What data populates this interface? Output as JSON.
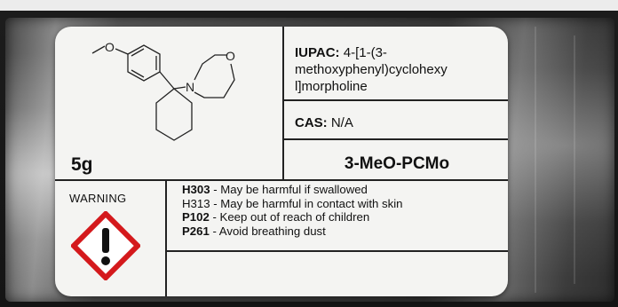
{
  "label": {
    "iupac_prefix": "IUPAC:",
    "iupac_line1": "4-[1-(3-",
    "iupac_line2": "methoxyphenyl)cyclohexy",
    "iupac_line3": "l]morpholine",
    "cas_prefix": "CAS:",
    "cas_value": "N/A",
    "mass": "5g",
    "compound_name": "3-MeO-PCMo",
    "warning": "WARNING",
    "hazards": [
      {
        "code": "H303",
        "text": " - May be harmful if swallowed",
        "bold": true
      },
      {
        "code": "H313",
        "text": " - May be harmful in contact with skin",
        "bold": false
      },
      {
        "code": "P102",
        "text": " - Keep out of reach of children",
        "bold": true
      },
      {
        "code": "P261",
        "text": " - Avoid breathing dust",
        "bold": true
      }
    ],
    "atom_O_ether": "O",
    "atom_O_ring": "O",
    "atom_N": "N",
    "ghs_symbol": "exclamation-mark-icon"
  },
  "colors": {
    "ghs_border": "#d4191c",
    "label_bg": "#f4f4f2"
  }
}
